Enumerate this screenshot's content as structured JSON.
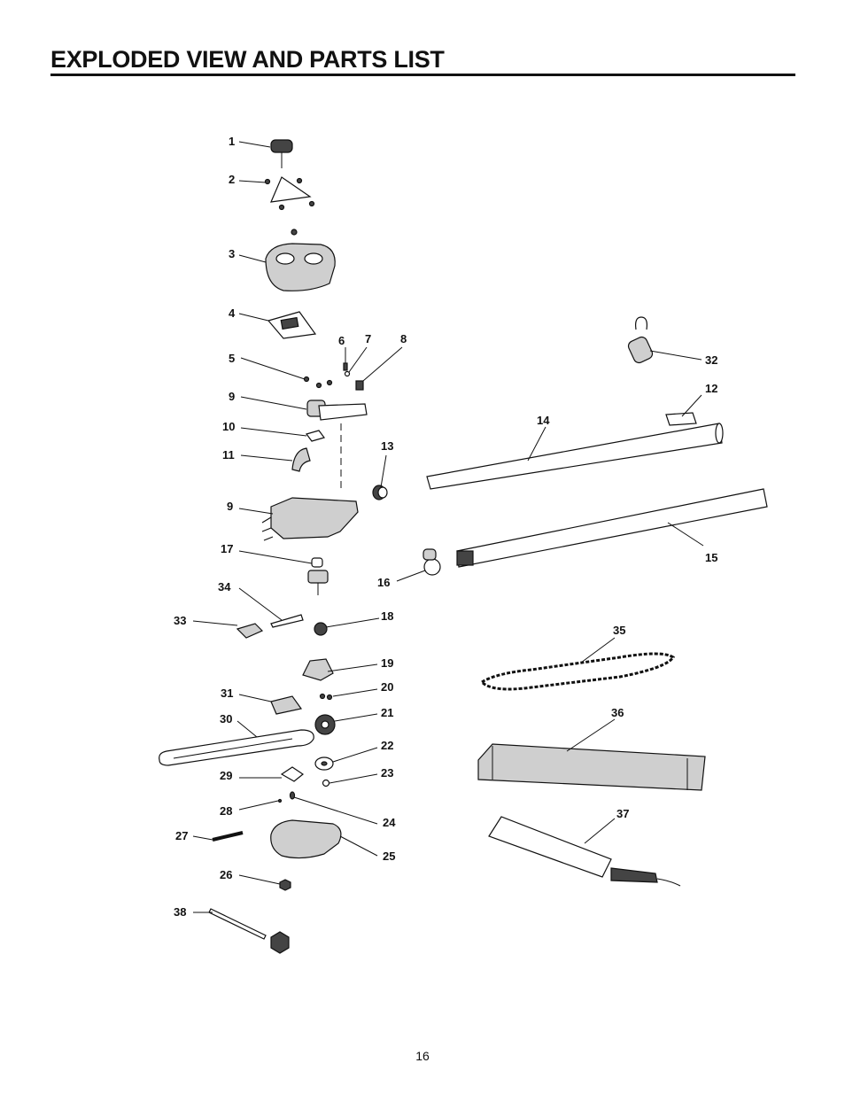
{
  "page": {
    "title": "EXPLODED VIEW AND PARTS LIST",
    "page_number": "16"
  },
  "callouts": [
    {
      "id": "c1",
      "label": "1"
    },
    {
      "id": "c2",
      "label": "2"
    },
    {
      "id": "c3",
      "label": "3"
    },
    {
      "id": "c4",
      "label": "4"
    },
    {
      "id": "c5",
      "label": "5"
    },
    {
      "id": "c6",
      "label": "6"
    },
    {
      "id": "c7",
      "label": "7"
    },
    {
      "id": "c8",
      "label": "8"
    },
    {
      "id": "c9a",
      "label": "9"
    },
    {
      "id": "c10",
      "label": "10"
    },
    {
      "id": "c11",
      "label": "11"
    },
    {
      "id": "c9b",
      "label": "9"
    },
    {
      "id": "c17",
      "label": "17"
    },
    {
      "id": "c34",
      "label": "34"
    },
    {
      "id": "c33",
      "label": "33"
    },
    {
      "id": "c18",
      "label": "18"
    },
    {
      "id": "c19",
      "label": "19"
    },
    {
      "id": "c20",
      "label": "20"
    },
    {
      "id": "c31",
      "label": "31"
    },
    {
      "id": "c21",
      "label": "21"
    },
    {
      "id": "c30",
      "label": "30"
    },
    {
      "id": "c22",
      "label": "22"
    },
    {
      "id": "c29",
      "label": "29"
    },
    {
      "id": "c23",
      "label": "23"
    },
    {
      "id": "c28",
      "label": "28"
    },
    {
      "id": "c24",
      "label": "24"
    },
    {
      "id": "c27",
      "label": "27"
    },
    {
      "id": "c25",
      "label": "25"
    },
    {
      "id": "c26",
      "label": "26"
    },
    {
      "id": "c38",
      "label": "38"
    },
    {
      "id": "c13",
      "label": "13"
    },
    {
      "id": "c16",
      "label": "16"
    },
    {
      "id": "c32",
      "label": "32"
    },
    {
      "id": "c12",
      "label": "12"
    },
    {
      "id": "c14",
      "label": "14"
    },
    {
      "id": "c15",
      "label": "15"
    },
    {
      "id": "c35",
      "label": "35"
    },
    {
      "id": "c36",
      "label": "36"
    },
    {
      "id": "c37",
      "label": "37"
    }
  ]
}
